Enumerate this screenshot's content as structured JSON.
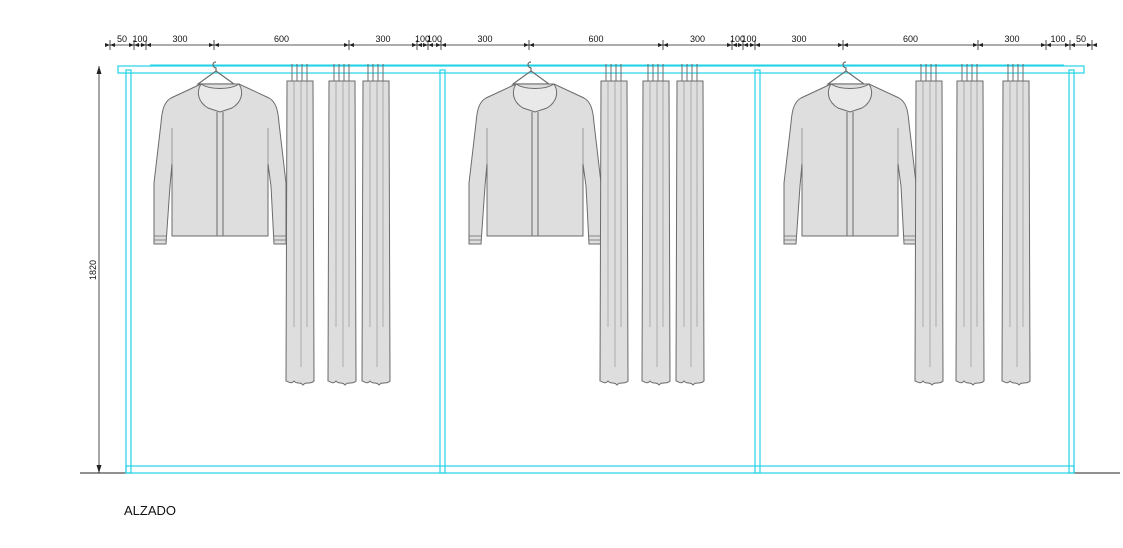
{
  "drawing": {
    "caption": "ALZADO",
    "height_label": "1820",
    "width_dimensions": [
      "50",
      "100",
      "300",
      "600",
      "300",
      "100",
      "100",
      "300",
      "600",
      "300",
      "100",
      "100",
      "300",
      "600",
      "300",
      "100",
      "50"
    ],
    "structure_color": "#22d3e6",
    "garment_fill": "#dedede",
    "garment_stroke": "#6b6b6b",
    "modules": [
      {
        "name": "module-1",
        "garments": [
          "shirt",
          "trousers",
          "trousers",
          "trousers"
        ]
      },
      {
        "name": "module-2",
        "garments": [
          "shirt",
          "trousers",
          "trousers",
          "trousers"
        ]
      },
      {
        "name": "module-3",
        "garments": [
          "shirt",
          "trousers",
          "trousers",
          "trousers"
        ]
      }
    ]
  }
}
